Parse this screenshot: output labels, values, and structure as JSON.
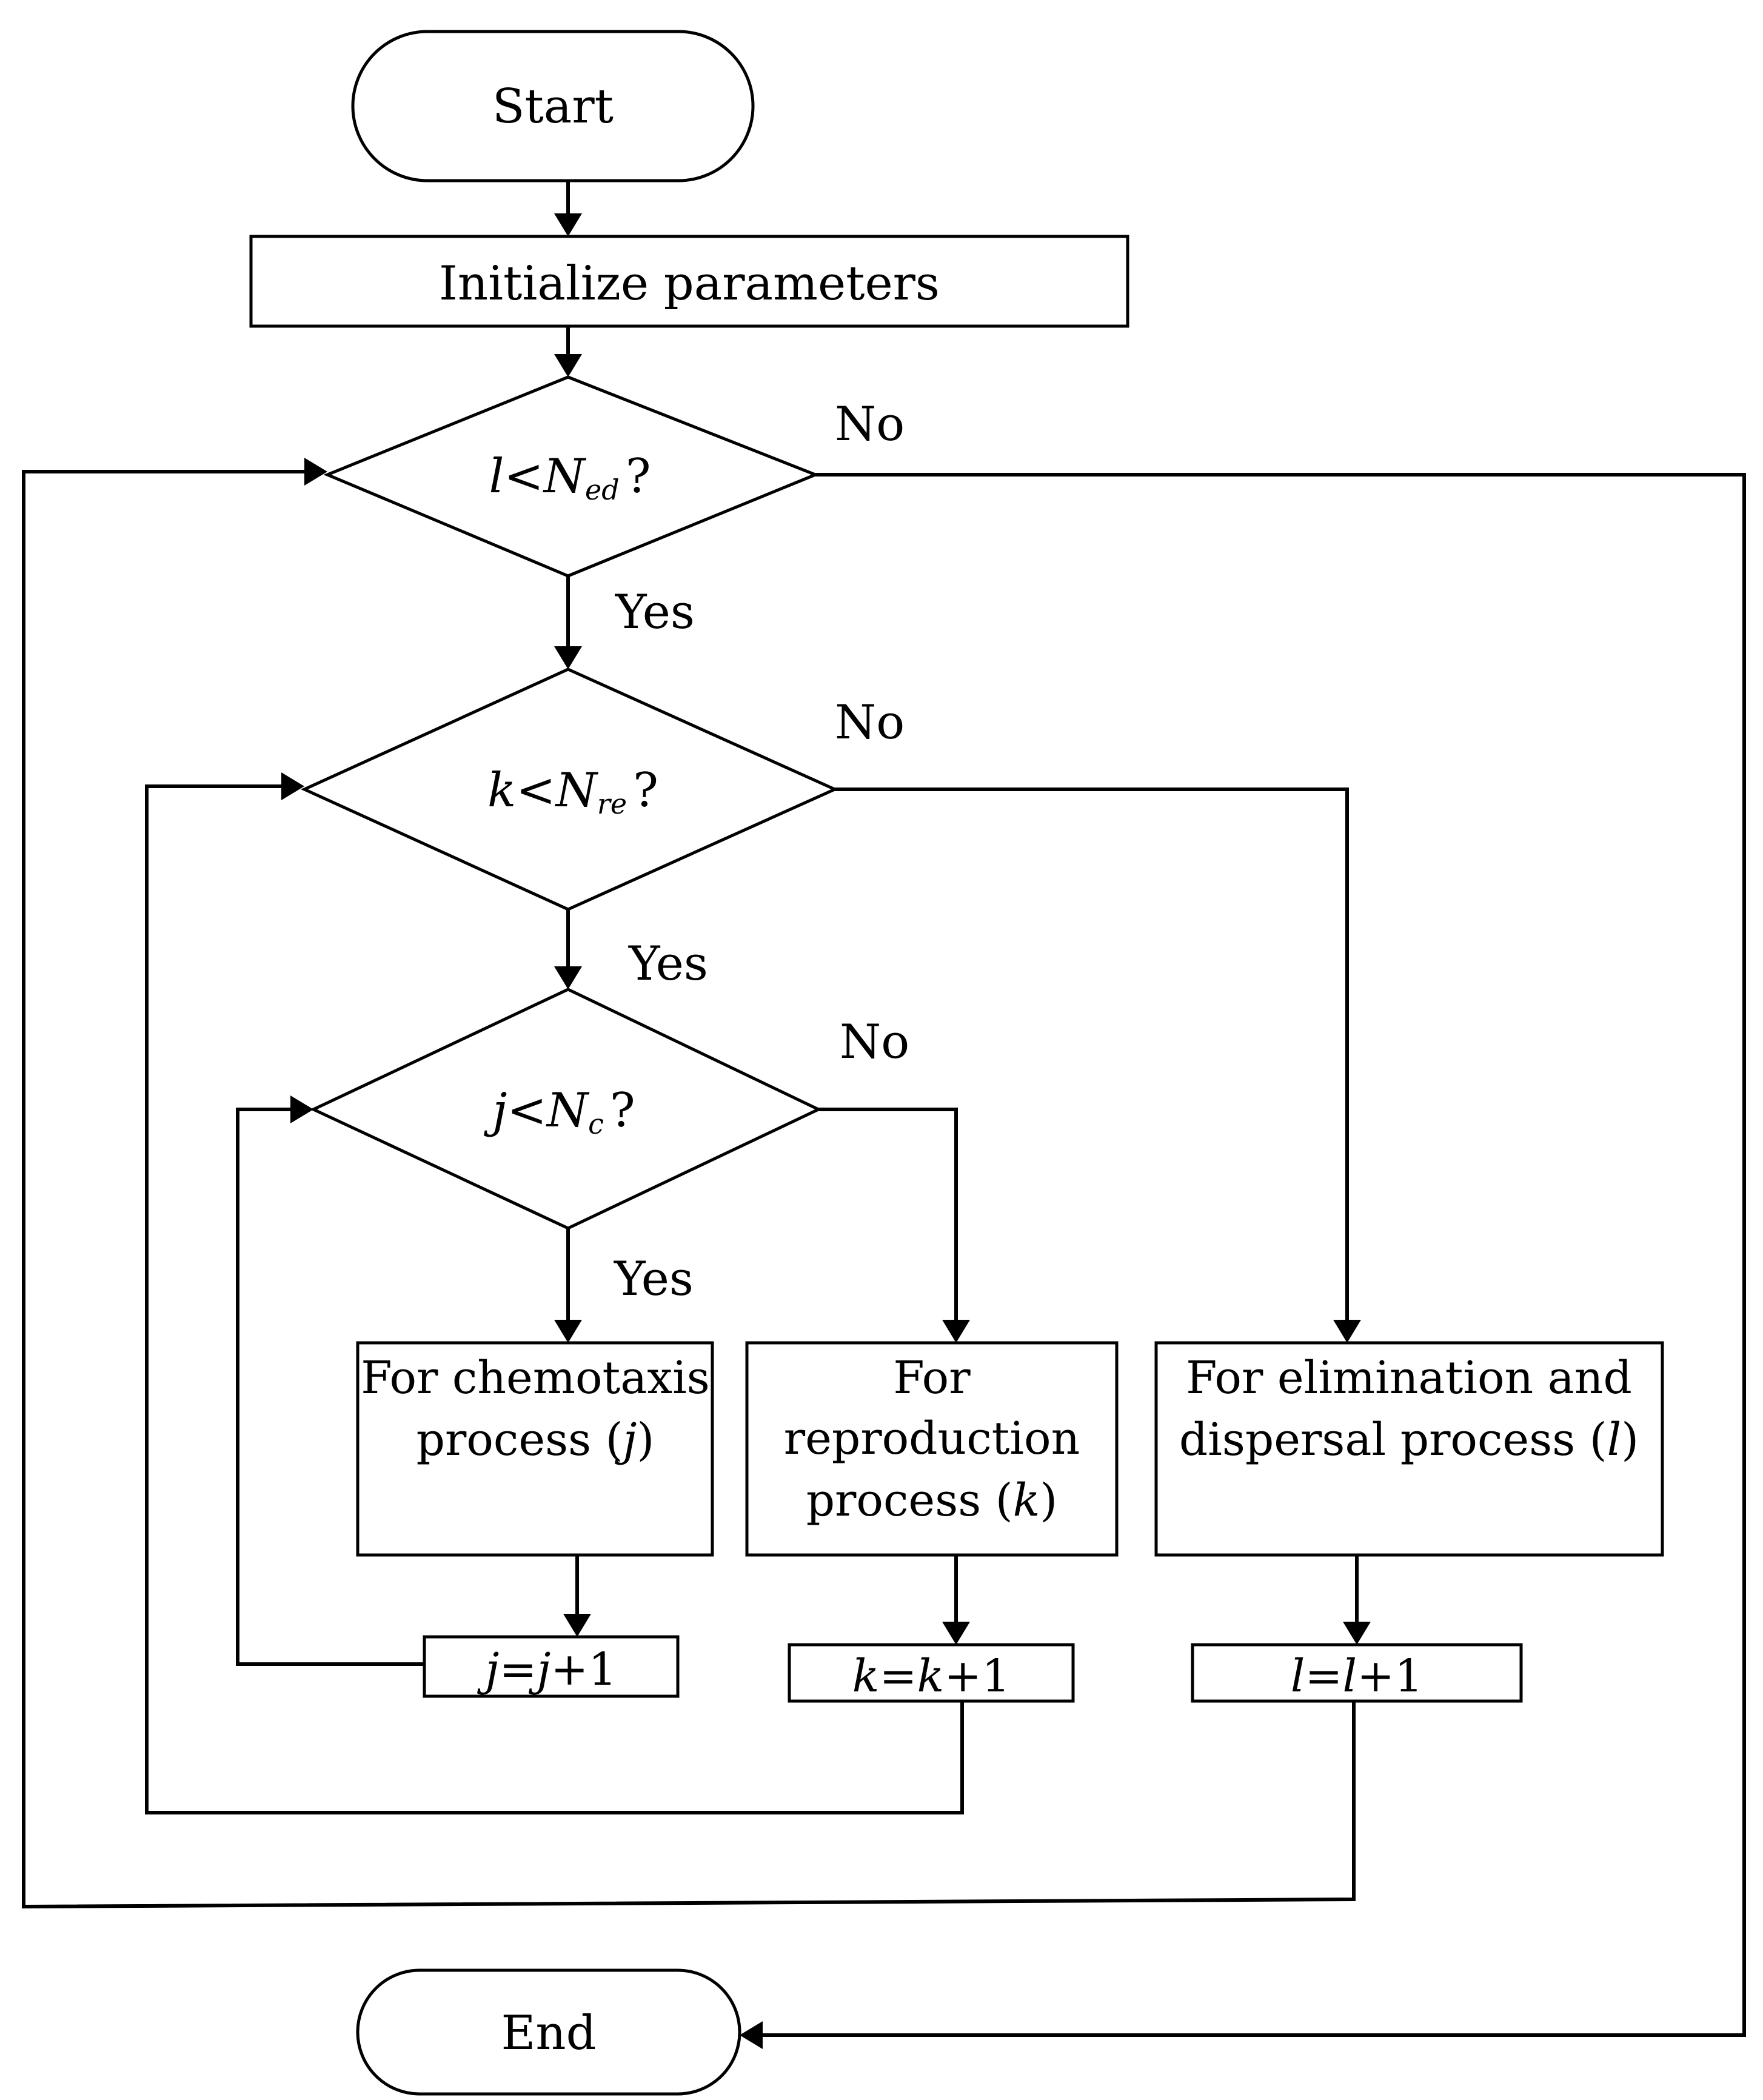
{
  "nodes": {
    "start": "Start",
    "init": "Initialize parameters",
    "end": "End",
    "cond_l": {
      "var": "l",
      "op": "<",
      "N": "N",
      "sub": "ed",
      "q": "?"
    },
    "cond_k": {
      "var": "k",
      "op": "<",
      "N": "N",
      "sub": "re",
      "q": "?"
    },
    "cond_j": {
      "var": "j",
      "op": "<",
      "N": "N",
      "sub": "c",
      "q": "?"
    },
    "chemotaxis": {
      "line1": "For chemotaxis",
      "line2_pre": "process (",
      "var": "j",
      "close": ")"
    },
    "reproduction": {
      "line1": "For",
      "line2": "reproduction",
      "line3_pre": "process (",
      "var": "k",
      "close": ")"
    },
    "elimination": {
      "line1": "For elimination and",
      "line2_pre": "dispersal process (",
      "var": "l",
      "close": ")"
    },
    "inc_j": {
      "a": "j",
      "eq": "=",
      "b": "j",
      "plus": "+1"
    },
    "inc_k": {
      "a": "k",
      "eq": "=",
      "b": "k",
      "plus": "+1"
    },
    "inc_l": {
      "a": "l",
      "eq": "=",
      "b": "l",
      "plus": "+1"
    }
  },
  "edge_labels": {
    "l_no": "No",
    "l_yes": "Yes",
    "k_no": "No",
    "k_yes": "Yes",
    "j_no": "No",
    "j_yes": "Yes"
  }
}
